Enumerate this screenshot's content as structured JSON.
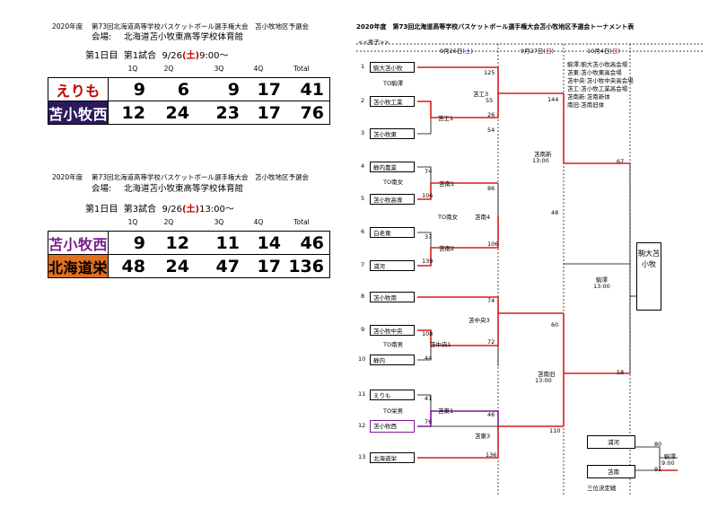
{
  "games": [
    {
      "header": "2020年度　 第73回北海道高等学校バスケットボール選手権大会　苫小牧地区予選会",
      "venue_label": "会場:",
      "venue": "北海道苫小牧東高等学校体育館",
      "day": "第1日目",
      "game": "第1試合",
      "date": "9/26",
      "dow": "(土)",
      "time": "9:00〜",
      "columns": [
        "1Q",
        "2Q",
        "3Q",
        "4Q",
        "Total"
      ],
      "teams": [
        {
          "name": "えりも",
          "scores": [
            "9",
            "6",
            "9",
            "17"
          ],
          "total": "41",
          "color": "#c00000",
          "bg": "#ffffff"
        },
        {
          "name": "苫小牧西",
          "scores": [
            "12",
            "24",
            "23",
            "17"
          ],
          "total": "76",
          "color": "#ffffff",
          "bg": "#2b1a5e"
        }
      ]
    },
    {
      "header": "2020年度　 第73回北海道高等学校バスケットボール選手権大会　苫小牧地区予選会",
      "venue_label": "会場:",
      "venue": "北海道苫小牧東高等学校体育館",
      "day": "第1日目",
      "game": "第3試合",
      "date": "9/26",
      "dow": "(土)",
      "time": "13:00〜",
      "columns": [
        "1Q",
        "2Q",
        "3Q",
        "4Q",
        "Total"
      ],
      "teams": [
        {
          "name": "苫小牧西",
          "scores": [
            "9",
            "12",
            "11",
            "14"
          ],
          "total": "46",
          "color": "#7a1a8c",
          "bg": "#ffffff"
        },
        {
          "name": "北海道栄",
          "scores": [
            "48",
            "24",
            "47",
            "17"
          ],
          "total": "136",
          "color": "#000000",
          "bg": "#e07020"
        }
      ]
    }
  ],
  "bracket": {
    "title": "2020年度　第73回北海道高等学校バスケットボール選手権大会苫小牧地区予選会トーナメント表",
    "section": "<<男子>>",
    "day1": "9月26日",
    "day1_dow": "土",
    "day2": "9月27日",
    "day2_dow": "日",
    "day3": "10月4日",
    "day3_dow": "日",
    "legend": [
      "駒澤:駒大苫小牧高会場",
      "苫東:苫小牧東高会場",
      "苫中央:苫小牧中央高会場",
      "苫工:苫小牧工業高会場",
      "苫南新:苫南新体",
      "南旧:苫南旧体"
    ],
    "teams": [
      {
        "no": "1",
        "name": "駒大苫小牧"
      },
      {
        "no": "2",
        "name": "苫小牧工業"
      },
      {
        "no": "3",
        "name": "苫小牧東"
      },
      {
        "no": "4",
        "name": "静内農業"
      },
      {
        "no": "5",
        "name": "苫小牧高専"
      },
      {
        "no": "6",
        "name": "白老東"
      },
      {
        "no": "7",
        "name": "浦河"
      },
      {
        "no": "8",
        "name": "苫小牧南"
      },
      {
        "no": "9",
        "name": "苫小牧中央"
      },
      {
        "no": "10",
        "name": "静内"
      },
      {
        "no": "11",
        "name": "えりも"
      },
      {
        "no": "12",
        "name": "苫小牧西"
      },
      {
        "no": "13",
        "name": "北海道栄"
      }
    ],
    "labels": {
      "to_komazawa": "TO駒澤",
      "kou3": "苫工3",
      "kou1": "苫工1",
      "to_minamijo": "TO南女",
      "tonan1": "苫南1",
      "to_minamijo2": "TO南女",
      "tonan4": "苫南4",
      "tonan2": "苫南2",
      "tonanshin": "苫南新",
      "tonanshin_t": "13:00",
      "chu3": "苫中央3",
      "to_nanno": "TO南男",
      "chu1": "苫中央1",
      "to_eimale": "TO栄男",
      "higashi1": "苫東1",
      "higashi3": "苫東3",
      "nankyu": "苫南旧",
      "nankyu_t": "13:00",
      "komazawa": "駒澤",
      "komazawa_t": "13:00",
      "champion": "駒大苫小牧",
      "third_a": "浦河",
      "third_b": "苫南",
      "third_site": "駒澤",
      "third_t": "9:00",
      "third_label": "三位決定戦"
    },
    "scores": {
      "s1": "125",
      "s2": "55",
      "s3": "26",
      "s3b": "54",
      "s4": "144",
      "s5": "74",
      "s6": "106",
      "s6b": "86",
      "s7": "37",
      "s8": "139",
      "s8b": "106",
      "s9": "48",
      "s10": "67",
      "s11": "74",
      "s12": "108",
      "s13": "72",
      "s14": "44",
      "s15": "60",
      "s16": "41",
      "s17": "76",
      "s18": "46",
      "s19": "136",
      "s20": "110",
      "s21": "58",
      "s22": "80",
      "s23": "91"
    }
  }
}
